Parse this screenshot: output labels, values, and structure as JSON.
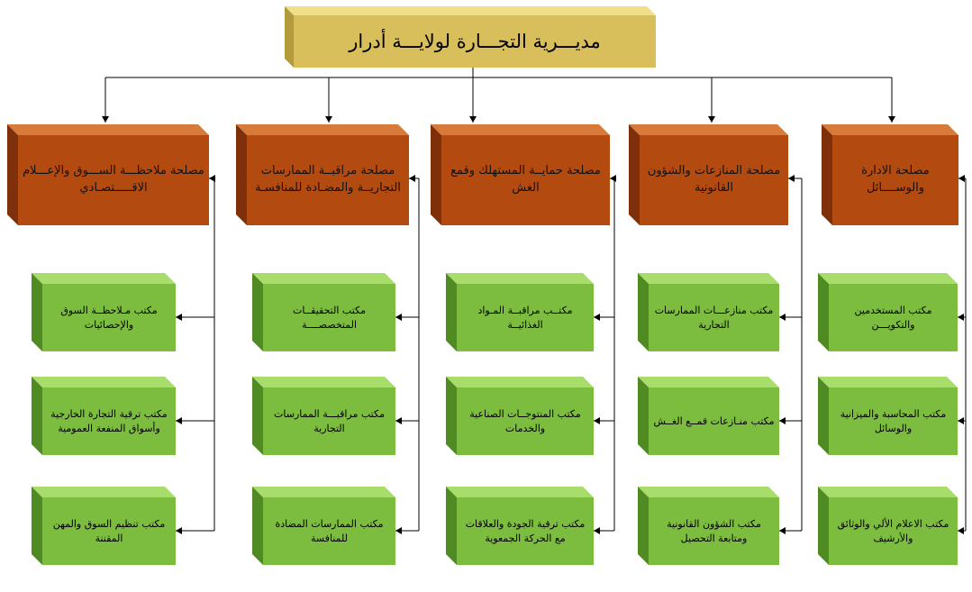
{
  "title": "مديـــرية التجـــارة لولايـــة أدرار",
  "colors": {
    "root_face": "#d9bf5c",
    "root_top": "#f0e08a",
    "root_side": "#b39a3c",
    "dept_face": "#b34a10",
    "dept_top": "#d77a3a",
    "dept_side": "#7f300a",
    "office_face": "#7cbc3e",
    "office_top": "#a8dd6c",
    "office_side": "#4f8a22",
    "line": "#000000"
  },
  "departments": [
    {
      "label": "مصلحة الادارة والوســــائل",
      "offices": [
        "مكتب المستخدمين والتكويـــن",
        "مكتب المحاسبة والميزانية والوسائل",
        "مكتب الاعلام الألي والوثائق والأرشيف"
      ]
    },
    {
      "label": "مصلحة المنازعات والشؤون القانونية",
      "offices": [
        "مكتب منازعـــات الممارسات التجارية",
        "مكتب منـازعات قمــع الغــش",
        "مكتب الشؤون القانونية ومتابعة التحصيل"
      ]
    },
    {
      "label": "مصلحة حمايــة المستهلك وقمع الغش",
      "offices": [
        "مكتــب مراقبــة المـواد الغذائيــة",
        "مكتب المنتوجــات الصناعية والخدمات",
        "مكتب ترقية الجودة والعلاقات مع الحركة الجمعوية"
      ]
    },
    {
      "label": "مصلحة مراقبــة الممارسات التجاريــة والمضـادة للمنافسـة",
      "offices": [
        "مكتب التحقيقــات المتخصصــــة",
        "مكتب مراقبـــة الممارسات التجارية",
        "مكتب الممارسات المضادة للمنافسة"
      ]
    },
    {
      "label": "مصلحة ملاحظـــة الســـوق والإعـــلام الاقـــــتصـادي",
      "offices": [
        "مكتب مـلاحظــة السوق والإحصائيات",
        "مكتب ترقية التجارة الخارجية وأسواق المنفعة العمومية",
        "مكتب تنظيم السوق والمهن المقننة"
      ]
    }
  ]
}
